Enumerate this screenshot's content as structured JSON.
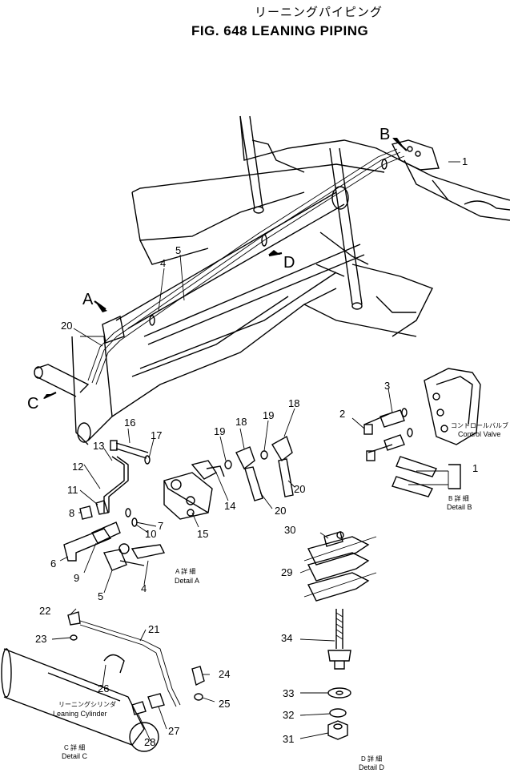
{
  "title_jp": "リーニングパイピング",
  "title": "FIG. 648  LEANING PIPING",
  "view_arrows": {
    "a": "A",
    "b": "B",
    "c": "C",
    "d": "D"
  },
  "callouts": {
    "p1": "1",
    "p1b": "1",
    "p2": "2",
    "p3": "3",
    "p4": "4",
    "p4a": "4",
    "p5": "5",
    "p5a": "5",
    "p6": "6",
    "p7": "7",
    "p8": "8",
    "p9": "9",
    "p10": "10",
    "p11": "11",
    "p12": "12",
    "p13": "13",
    "p14": "14",
    "p15": "15",
    "p16": "16",
    "p17": "17",
    "p18": "18",
    "p18b": "18",
    "p19": "19",
    "p19b": "19",
    "p20": "20",
    "p20b": "20",
    "p20c": "20",
    "p21": "21",
    "p22": "22",
    "p23": "23",
    "p24": "24",
    "p25": "25",
    "p26": "26",
    "p27": "27",
    "p28": "28",
    "p29": "29",
    "p30": "30",
    "p31": "31",
    "p32": "32",
    "p33": "33",
    "p34": "34"
  },
  "labels": {
    "control_valve_jp": "コントロールバルブ",
    "control_valve": "Control Valve",
    "leaning_cylinder_jp": "リーニングシリンダ",
    "leaning_cylinder": "Leaning Cylinder"
  },
  "details": {
    "a_jp": "A 詳 細",
    "a": "Detail A",
    "b_jp": "B 詳 細",
    "b": "Detail B",
    "c_jp": "C 詳 細",
    "c": "Detail C",
    "d_jp": "D 詳 細",
    "d": "Detail D"
  }
}
